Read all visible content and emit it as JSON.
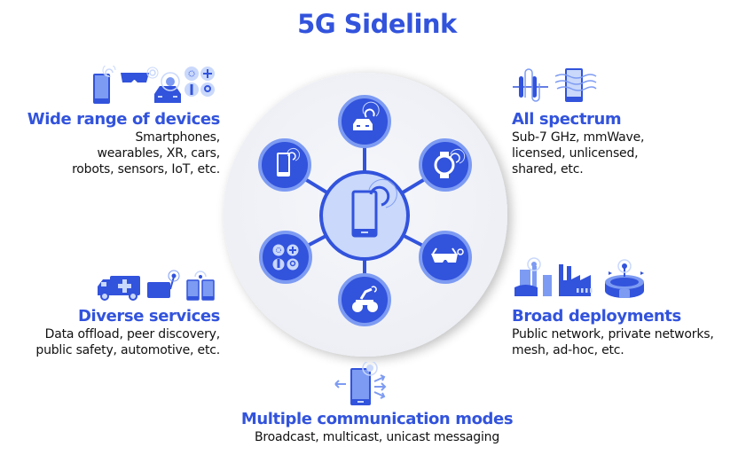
{
  "title": "5G Sidelink",
  "colors": {
    "brand_blue": "#3253DC",
    "light_blue": "#7D9BF2",
    "pale_blue": "#C9D8FB",
    "circle_bg": "#F1F3F8",
    "text_dark": "#111111"
  },
  "features": {
    "devices": {
      "heading": "Wide range of devices",
      "lines": [
        "Smartphones,",
        "wearables, XR, cars,",
        "robots, sensors, IoT, etc."
      ],
      "icons": [
        "smartphone-icon",
        "xr-glasses-icon",
        "car-icon",
        "iot-sensors-icon"
      ]
    },
    "spectrum": {
      "heading": "All spectrum",
      "lines": [
        "Sub-7 GHz, mmWave,",
        "licensed, unlicensed,",
        "shared, etc."
      ],
      "icons": [
        "waveform-icon",
        "smartphone-waves-icon"
      ]
    },
    "services": {
      "heading": "Diverse services",
      "lines": [
        "Data offload, peer discovery,",
        "public safety, automotive, etc."
      ],
      "icons": [
        "ambulance-icon",
        "equipment-antenna-icon",
        "paired-phones-icon"
      ]
    },
    "deployments": {
      "heading": "Broad deployments",
      "lines": [
        "Public network, private networks,",
        "mesh, ad-hoc, etc."
      ],
      "icons": [
        "city-antenna-icon",
        "factory-icon",
        "stadium-icon"
      ]
    },
    "modes": {
      "heading": "Multiple communication modes",
      "lines": [
        "Broadcast, multicast, unicast messaging"
      ],
      "icons": [
        "phone-broadcast-icon"
      ]
    }
  },
  "hub": {
    "center": "smartphone-hub-icon",
    "nodes": [
      "car-node",
      "watch-node",
      "xr-glasses-node",
      "robot-node",
      "iot-sensors-node",
      "smartphone-node"
    ]
  }
}
